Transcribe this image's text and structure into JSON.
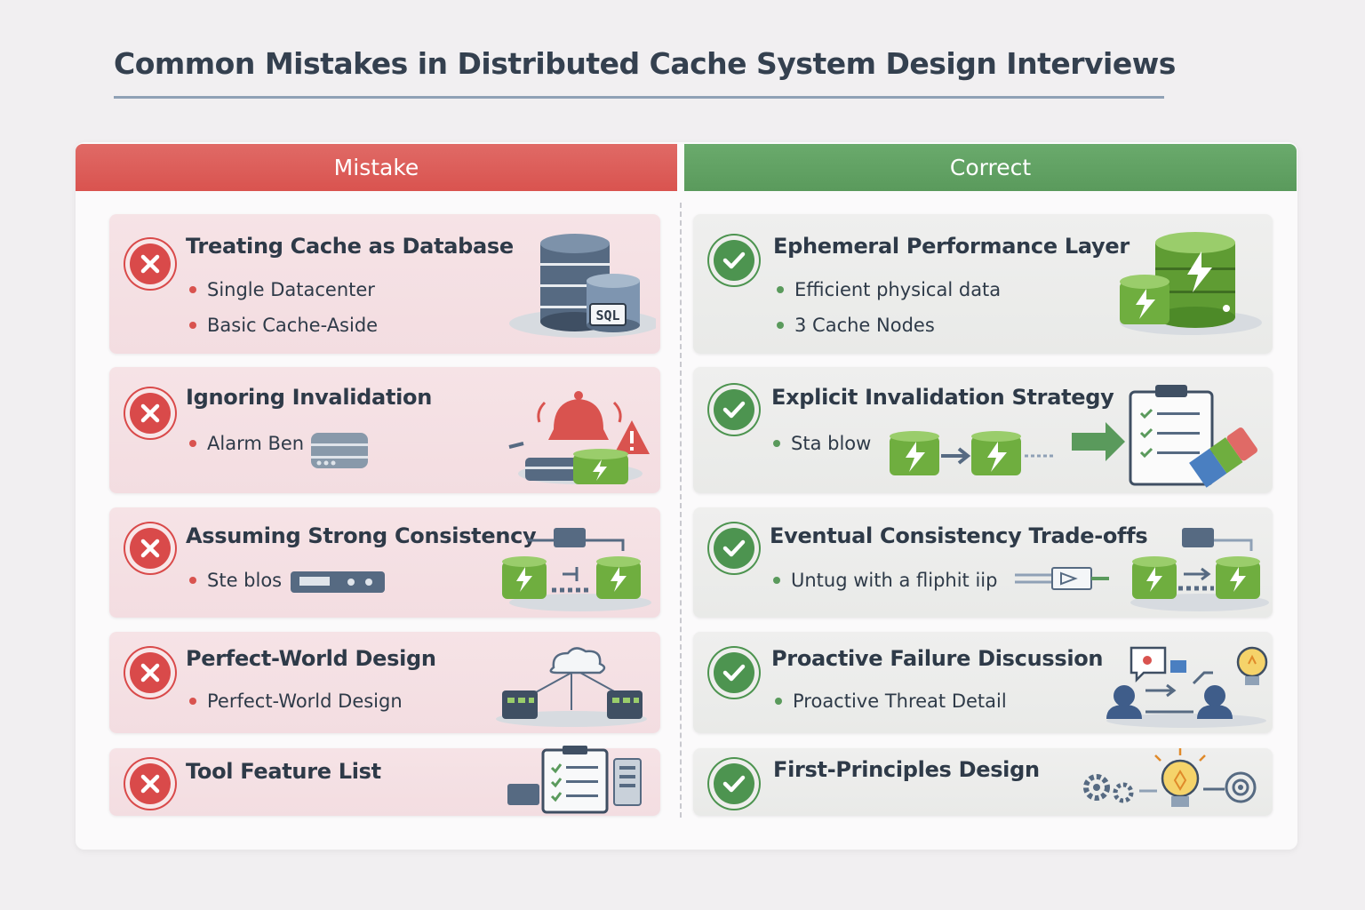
{
  "title": "Common Mistakes in Distributed Cache System Design Interviews",
  "columns": {
    "mistake": "Mistake",
    "correct": "Correct"
  },
  "mistakes": [
    {
      "title": "Treating Cache as Database",
      "bullets": [
        "Single Datacenter",
        "Basic Cache-Aside"
      ],
      "icon_label": "SQL"
    },
    {
      "title": "Ignoring Invalidation",
      "bullets": [
        "Alarm Ben"
      ]
    },
    {
      "title": "Assuming Strong Consistency",
      "bullets": [
        "Ste blos"
      ]
    },
    {
      "title": "Perfect-World Design",
      "bullets": [
        "Perfect-World Design"
      ]
    },
    {
      "title": "Tool Feature List",
      "bullets": []
    }
  ],
  "corrects": [
    {
      "title": "Ephemeral Performance Layer",
      "bullets": [
        "Efficient physical data",
        "3 Cache Nodes"
      ]
    },
    {
      "title": "Explicit Invalidation Strategy",
      "bullets": [
        "Sta blow"
      ]
    },
    {
      "title": "Eventual Consistency Trade-offs",
      "bullets": [
        "Untug with a fliphit iip"
      ]
    },
    {
      "title": "Proactive Failure Discussion",
      "bullets": [
        "Proactive Threat Detail"
      ]
    },
    {
      "title": "First-Principles Design",
      "bullets": []
    }
  ],
  "colors": {
    "mistake": "#d9534f",
    "correct": "#5a9a5c",
    "cache_green": "#6fae3f"
  }
}
